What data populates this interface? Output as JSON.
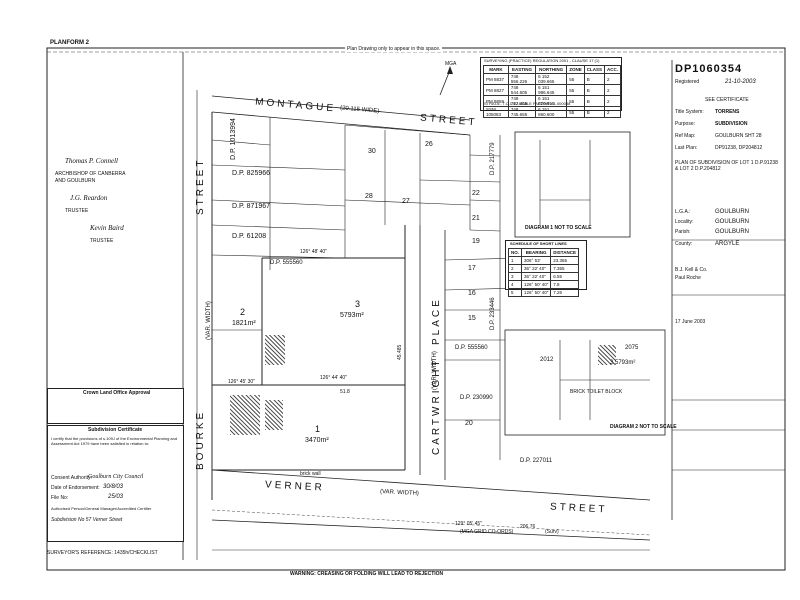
{
  "header": {
    "form_label": "PLANFORM 2",
    "plan_area_note": "Plan Drawing only to appear in this space.",
    "plan_number": "DP1060354"
  },
  "streets": {
    "montague": "MONTAGUE",
    "montague_width": "(20.115 WIDE)",
    "montague_street": "STREET",
    "bourke": "BOURKE",
    "bourke_street": "STREET",
    "bourke_width": "(VAR. WIDTH)",
    "verner": "VERNER",
    "verner_width": "(VAR. WIDTH)",
    "verner_street": "STREET",
    "cartwright": "CARTWRIGHT",
    "cartwright_place": "PLACE",
    "cartwright_width": "(VAR. WIDTH)"
  },
  "lots": {
    "lot1": "1",
    "lot1_area": "3470m²",
    "lot2": "2",
    "lot2_area": "1821m²",
    "lot3": "3",
    "lot3_area": "5793m²"
  },
  "plan_labels": {
    "dp1": "D.P. 1013994",
    "dp2": "D.P. 825966",
    "dp3": "D.P. 871967",
    "dp4": "D.P. 61208",
    "dp5": "D.P. 555560",
    "dp6": "D.P. 230990",
    "dp7": "D.P. 555560",
    "dp8": "D.P. 227011",
    "dp9": "D.P. 217779",
    "dp10": "D.P. 233446",
    "bearing1": "126° 44' 40\"",
    "bearing2": "126° 48' 40\"",
    "bearing3": "126° 45' 30\"",
    "dist1": "51.8",
    "dist2": "45.485",
    "sec_lot_26": "26",
    "sec_lot_30": "30",
    "sec_lot_28": "28",
    "sec_lot_27": "27",
    "sec_lot_22": "22",
    "sec_lot_21": "21",
    "sec_lot_19": "19",
    "sec_lot_17": "17",
    "sec_lot_16": "16",
    "sec_lot_15": "15",
    "sec_lot_20": "20",
    "verner_bearing": "129° 05' 45\"",
    "verner_dist": "206.76",
    "mga_note": "(MGA GRID CO-ORDS)",
    "brick_wall": "brick wall",
    "survey_note": "(Surv)"
  },
  "signatures": {
    "sig1_name": "Thomas P. Connell",
    "sig1_line1": "ARCHBISHOP OF CANBERRA",
    "sig1_line2": "AND GOULBURN",
    "sig2_name": "J.G. Reardon",
    "sig2_role": "TRUSTEE",
    "sig3_name": "Kevin Baird",
    "sig3_role": "TRUSTEE"
  },
  "crown_land": {
    "title": "Crown Land Office Approval"
  },
  "subdivision_cert": {
    "title": "Subdivision Certificate",
    "body": "I certify that the provisions of s.109J of the Environmental Planning and Assessment Act 1979 have been satisfied in relation to:",
    "consent_authority_label": "Consent Authority:",
    "consent_authority": "Goulburn City Council",
    "date_label": "Date of Endorsement:",
    "date": "30/8/03",
    "file_label": "File No:",
    "file_no": "25/03",
    "auth_label": "Authorised Person/General Manager/Accredited Certifier",
    "details": "Subdivision No 57 Verner Street"
  },
  "footer_notes": {
    "surveyor_ref": "SURVEYOR'S REFERENCE: 1435h/CHECKLIST",
    "warning": "WARNING: CREASING OR FOLDING WILL LEAD TO REJECTION"
  },
  "survey_table": {
    "title": "SURVEYING (PRACTICE) REGULATION 2001 - CLAUSE 17 (1)",
    "headers": [
      "MARK",
      "EASTING",
      "NORTHING",
      "ZONE",
      "CLASS",
      "ACC."
    ],
    "group_header": "MGA CO-ORDINATES",
    "rows": [
      [
        "PM 8837",
        "748 556.226",
        "6 152 039.665",
        "55",
        "B",
        "2"
      ],
      [
        "PM 8827",
        "748 544.605",
        "6 151 986.645",
        "55",
        "B",
        "2"
      ],
      [
        "PM 8859",
        "748 782.469",
        "6 151 829.855",
        "55",
        "B",
        "2"
      ],
      [
        "SSM 105083",
        "748 745.655",
        "6 151 860.600",
        "55",
        "B",
        "2"
      ]
    ],
    "strata_note": "STRATA:- T.C.1.4 / SCALE FACTOR = 1.000088"
  },
  "short_lines": {
    "title": "SCHEDULE OF SHORT LINES",
    "headers": [
      "NO.",
      "BEARING",
      "DISTANCE"
    ],
    "rows": [
      [
        "1",
        "306° 53'",
        "23.365"
      ],
      [
        "2",
        "36° 22' 40\"",
        "7.355"
      ],
      [
        "3",
        "36° 22' 40\"",
        "6.55"
      ],
      [
        "4",
        "126° 50' 40\"",
        "7.8"
      ],
      [
        "5",
        "126° 50' 40\"",
        "7.26"
      ]
    ]
  },
  "diagrams": {
    "diagram1": "DIAGRAM 1 NOT TO SCALE",
    "diagram2": "DIAGRAM 2 NOT TO SCALE",
    "brick_block": "BRICK TOILET BLOCK",
    "lot3_area": "3 5793m²",
    "dp_2012": "2012",
    "dp_2075": "2075"
  },
  "registration": {
    "plan_no": "DP1060354",
    "registered_label": "Registered",
    "registered_date": "21-10-2003",
    "cert_note": "SEE CERTIFICATE",
    "title_system_label": "Title System:",
    "title_system": "TORRENS",
    "purpose_label": "Purpose:",
    "purpose": "SUBDIVISION",
    "ref_map_label": "Ref Map:",
    "ref_map": "GOULBURN SHT 28",
    "last_plan_label": "Last Plan:",
    "last_plan": "DP91238, DP204812",
    "plan_title": "PLAN OF SUBDIVISION OF LOT 1 D.P.91238 & LOT 2 D.P.204812",
    "lga_label": "L.G.A.:",
    "lga": "GOULBURN",
    "locality_label": "Locality:",
    "locality": "GOULBURN",
    "parish_label": "Parish:",
    "parish": "GOULBURN",
    "county_label": "County:",
    "county": "ARGYLE",
    "surveyor_firm": "B.J. Kell & Co.",
    "surveyor_name": "Paul Roche",
    "surveyed_date": "17 June 2003"
  },
  "orientation": {
    "mga_label": "MGA"
  }
}
